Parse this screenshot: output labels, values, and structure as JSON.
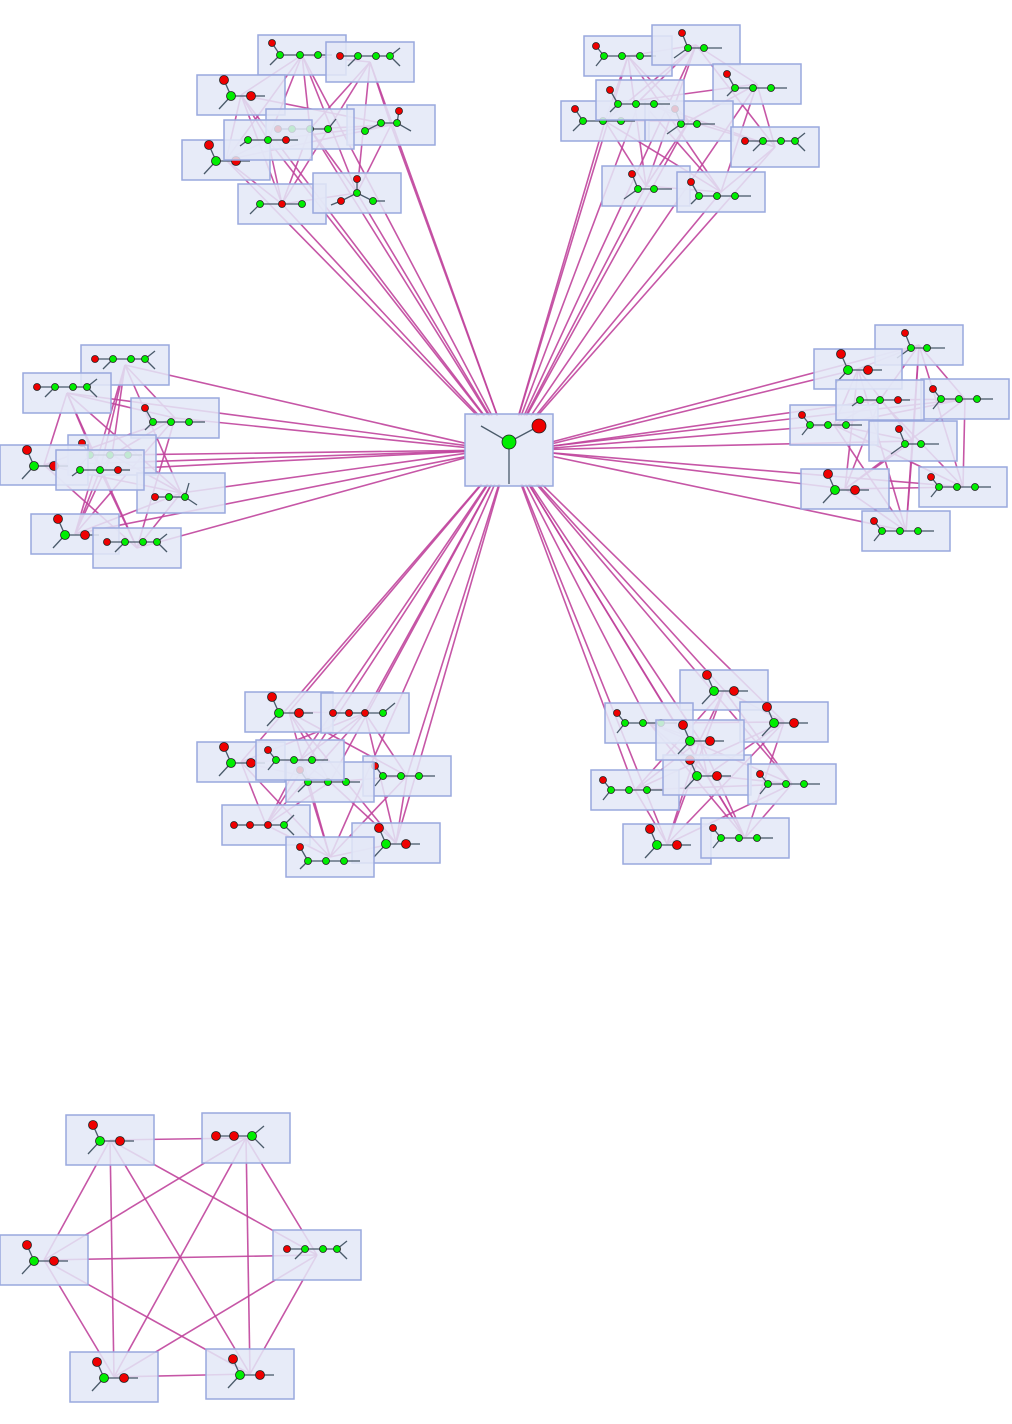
{
  "colors": {
    "background": "#ffffff",
    "edge": "#c0449c",
    "node_fill": "#e3e8f7",
    "node_border": "#99a8de",
    "bond": "#4a5a6a",
    "atom_red": "#ee0000",
    "atom_green": "#00ee00",
    "atom_outline": "#222222"
  },
  "graph": {
    "hub": {
      "molecule": "hub"
    },
    "clusters": [
      {
        "name": "cluster-top-left",
        "molecules": [
          "branch-green-red-top",
          "chain-rgg-green-branch",
          "branch-red-green",
          "chain-gg-red-branch",
          "chain-ggr-green-branch",
          "branch-red-green",
          "chain-gg-red",
          "branch-red-top",
          "chain-ggr"
        ]
      },
      {
        "name": "cluster-top-right",
        "molecules": [
          "chain-rggg",
          "branch-gg-red-top",
          "chain-ggg-red-branch",
          "branch-green-red-top",
          "branch-gg-red-top",
          "chain-rgg-green-branch",
          "branch-gg-red-top",
          "chain-ggg-red-branch",
          "chain-ggg-red-branch"
        ]
      },
      {
        "name": "cluster-left",
        "molecules": [
          "chain-rgg-green-branch",
          "chain-rgg-green-branch",
          "chain-ggg-red-branch",
          "branch-green-red-top",
          "branch-red-green",
          "chain-rgg",
          "branch-red-green",
          "chain-rgg-green-branch",
          "chain-ggr"
        ]
      },
      {
        "name": "cluster-right",
        "molecules": [
          "branch-gg-red-top",
          "branch-red-green",
          "chain-rggg",
          "chain-rggg",
          "branch-gg-red-top",
          "chain-rggg",
          "branch-red-green",
          "chain-rggg",
          "chain-ggr"
        ]
      },
      {
        "name": "cluster-bottom-left",
        "molecules": [
          "branch-red-green",
          "chain-rrgg",
          "branch-red-green",
          "chain-rggg",
          "branch-green-red-top",
          "chain-rrrg",
          "branch-red-green",
          "chain-ggg-red-branch",
          "chain-rggg"
        ]
      },
      {
        "name": "cluster-bottom-right",
        "molecules": [
          "branch-red-green",
          "chain-rggg",
          "branch-red-green",
          "chain-rggg",
          "branch-red-green",
          "chain-rggg",
          "branch-red-green",
          "chain-rggg",
          "branch-red-green"
        ]
      }
    ],
    "ring": {
      "molecules": [
        "branch-red-green",
        "chain-rrg-green-branch",
        "chain-rgg-green-branch",
        "branch-red-green",
        "branch-red-green",
        "branch-red-green"
      ]
    }
  }
}
